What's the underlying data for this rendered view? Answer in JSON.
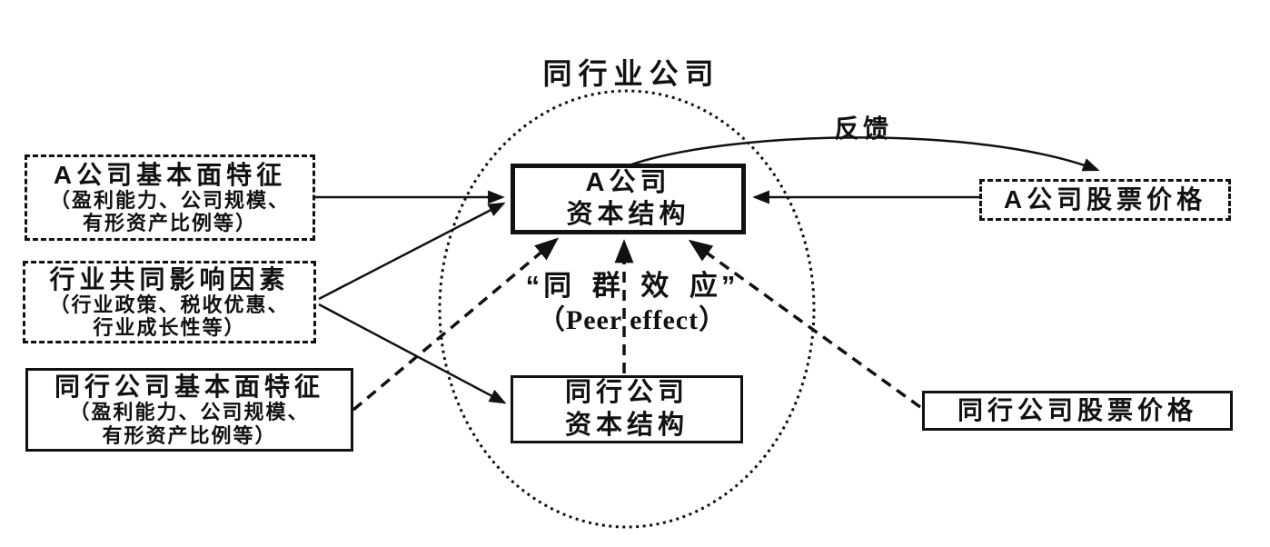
{
  "diagram": {
    "background_color": "#ffffff",
    "ink_color": "#111111",
    "group_label": "同行业公司",
    "peer_effect": {
      "line1": "“同 群 效 应”",
      "line2": "（Peer effect）"
    },
    "nodes": {
      "a_fundamentals": {
        "title": "A公司基本面特征",
        "sub1": "（盈利能力、公司规模、",
        "sub2": "有形资产比例等）"
      },
      "industry_factors": {
        "title": "行业共同影响因素",
        "sub1": "（行业政策、税收优惠、",
        "sub2": "行业成长性等）"
      },
      "peer_fundamentals": {
        "title": "同行公司基本面特征",
        "sub1": "（盈利能力、公司规模、",
        "sub2": "有形资产比例等）"
      },
      "a_capital": {
        "line1": "A公司",
        "line2": "资本结构"
      },
      "peer_capital": {
        "line1": "同行公司",
        "line2": "资本结构"
      },
      "a_stock": {
        "title": "A公司股票价格"
      },
      "peer_stock": {
        "title": "同行公司股票价格"
      }
    },
    "edges": [
      {
        "from": "a_fundamentals",
        "to": "a_capital",
        "style": "solid",
        "label": ""
      },
      {
        "from": "industry_factors",
        "to": "a_capital",
        "style": "solid",
        "label": ""
      },
      {
        "from": "industry_factors",
        "to": "peer_capital",
        "style": "solid",
        "label": ""
      },
      {
        "from": "peer_fundamentals",
        "to": "a_capital",
        "style": "dashed",
        "label": ""
      },
      {
        "from": "peer_capital",
        "to": "a_capital",
        "style": "dashed",
        "label": ""
      },
      {
        "from": "peer_stock",
        "to": "a_capital",
        "style": "dashed",
        "label": ""
      },
      {
        "from": "a_stock",
        "to": "a_capital",
        "style": "solid",
        "label": ""
      },
      {
        "from": "a_capital",
        "to": "a_stock",
        "style": "solid-curved",
        "label": "反馈"
      }
    ]
  }
}
